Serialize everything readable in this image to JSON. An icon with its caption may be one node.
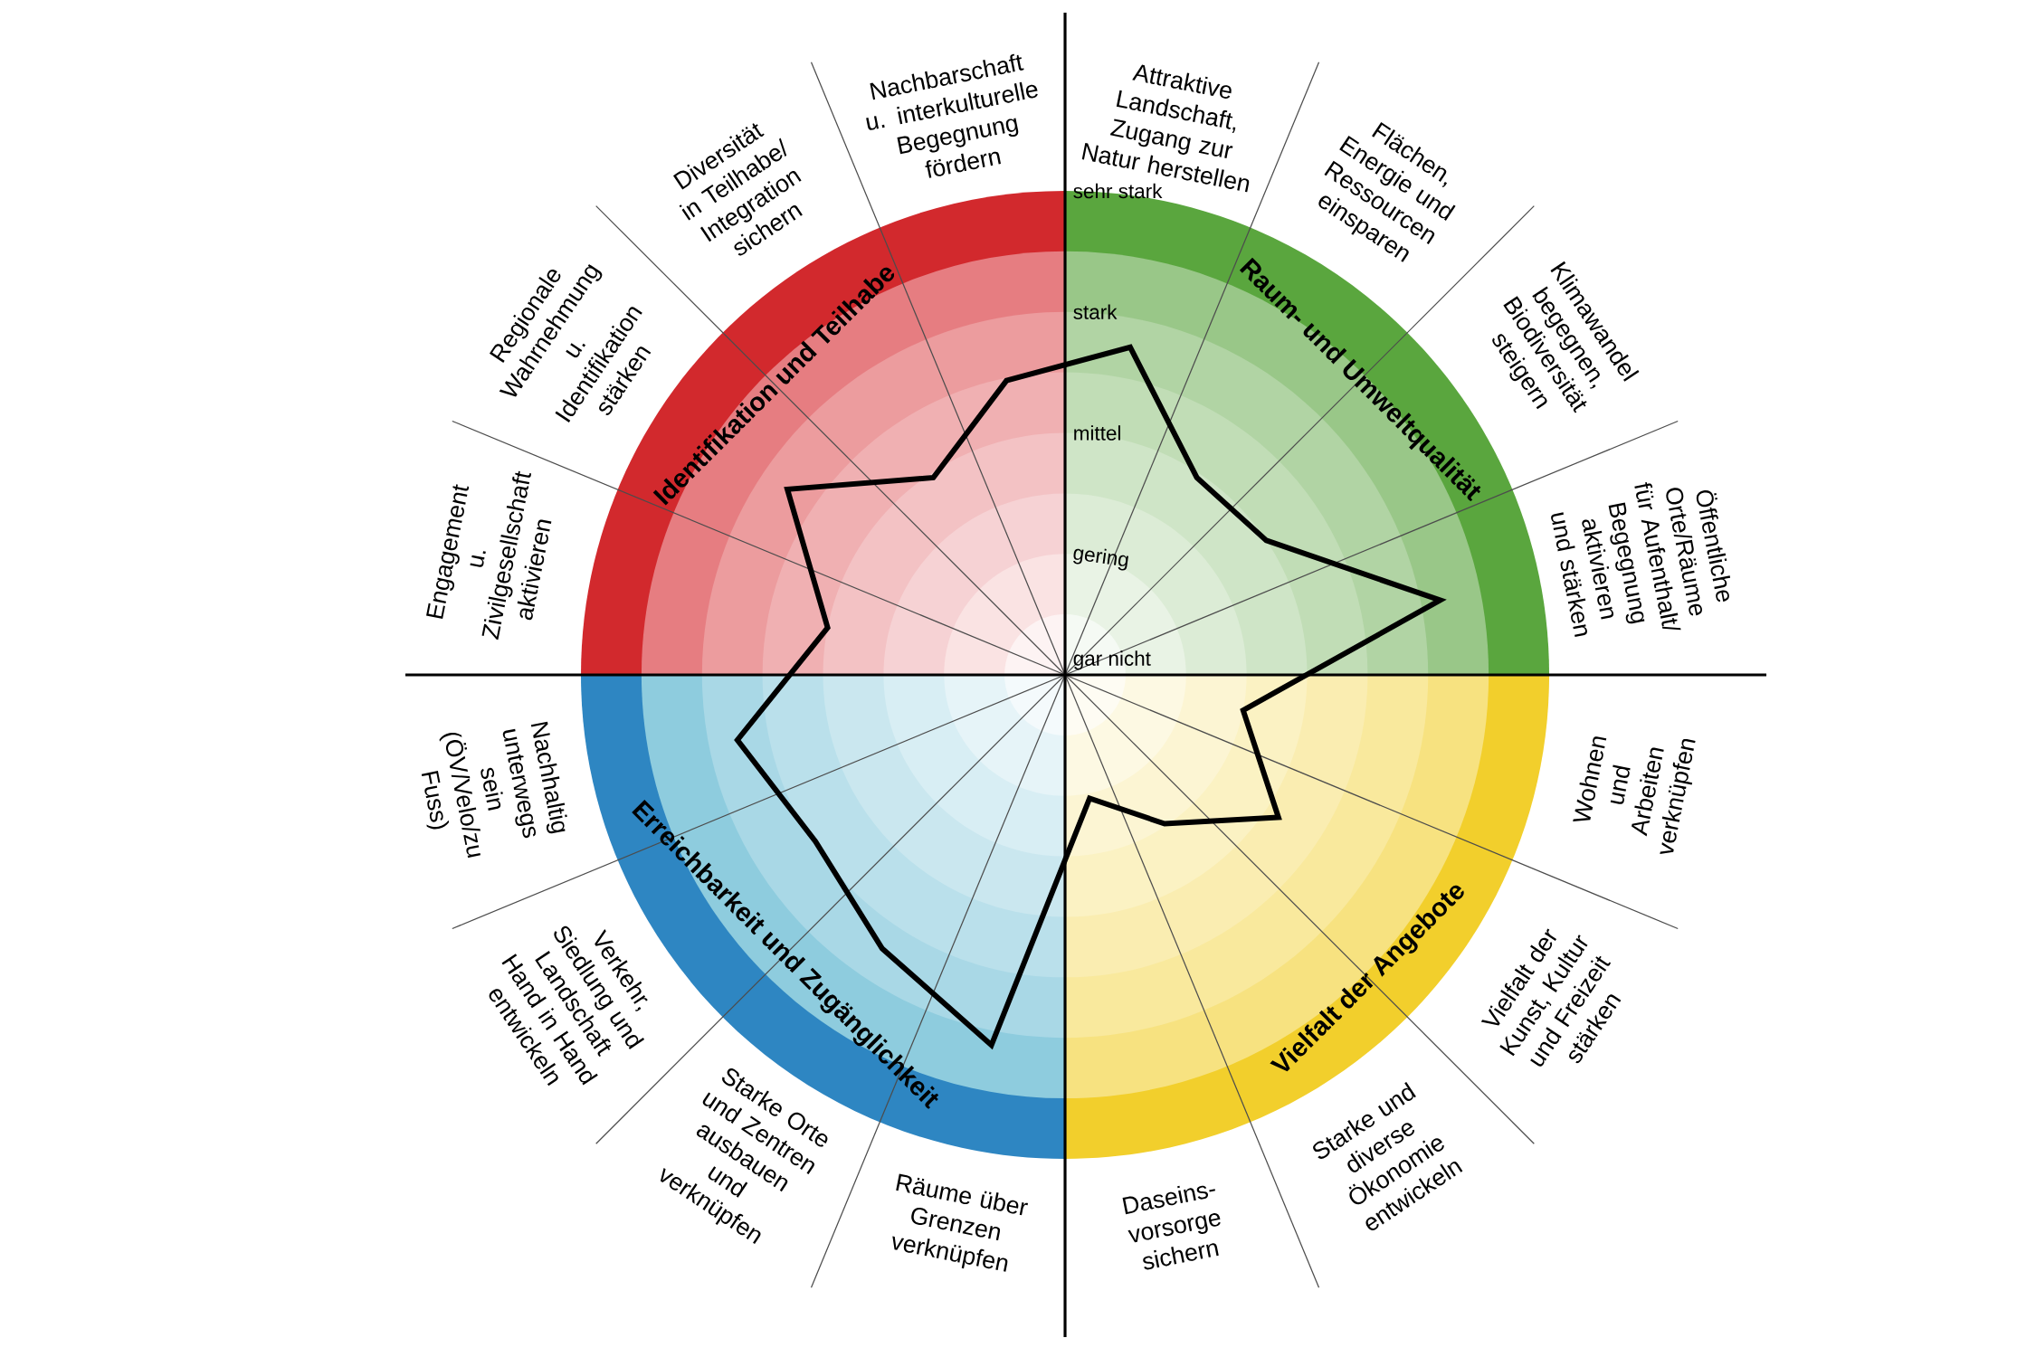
{
  "diagram": {
    "nodes": [
      {
        "text": [
          "Identifikation und Teilhabe"
        ]
      },
      {
        "text": [
          "Raum- und Umweltqualität"
        ]
      },
      {
        "text": [
          "Erreichbarkeit und Zugänglichkeit"
        ]
      },
      {
        "text": [
          "Vielfalt der Angebote"
        ]
      }
    ],
    "labels": [
      "Attraktive Landschaft, Zugang zur Natur herstellen",
      "Flächen, Energie und Ressourcen einsparen",
      "Klimawandel begegnen, Biodiversität steigern",
      "Öffentliche Orte/Räume für Aufenthalt/ Begegnung aktivieren und stärken",
      "Wohnen und Arbeiten verknüpfen",
      "Vielfalt der Kunst, Kultur und Freizeit stärken",
      "Starke und diverse Ökonomie entwickeln",
      "Daseins- vorsorge sichern",
      "Räume über Grenzen verknüpfen",
      "Starke Orte und Zentren ausbauen und verknüpfen",
      "Verkehr, Siedlung und Landschaft Hand in Hand entwickeln",
      "Nachhaltig unterwegs sein (ÖV/Velo/zu Fuss)",
      "Engagement u. Zivilgesellschaft aktivieren",
      "Regionale Wahrnehmung u. Identifikation stärken",
      "Diversität in Teilhabe/ Integration sichern",
      "Nachbarschaft u. interkulturelle Begegnung fördern",
      "sehr stark",
      "stark",
      "mittel",
      "gering",
      "gar nicht"
    ]
  }
}
